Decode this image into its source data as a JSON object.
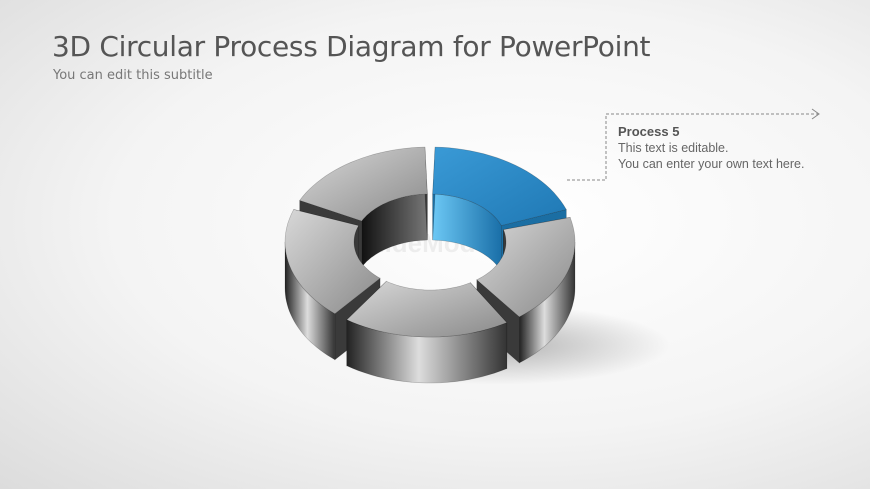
{
  "slide": {
    "title": "3D Circular Process Diagram for PowerPoint",
    "subtitle": "You can edit this subtitle"
  },
  "callout": {
    "heading": "Process 5",
    "line1": "This text is editable.",
    "line2": "You can enter your own text here."
  },
  "watermark": "SlideModel",
  "diagram": {
    "segments": [
      {
        "name": "process-1",
        "highlight": false
      },
      {
        "name": "process-2",
        "highlight": false
      },
      {
        "name": "process-3",
        "highlight": false
      },
      {
        "name": "process-4",
        "highlight": false
      },
      {
        "name": "process-5",
        "highlight": true
      }
    ],
    "colors": {
      "highlight": "#2a8ac8",
      "highlight_side": "#45aee8",
      "gray_top": "#a8a8a8",
      "gray_side": "#444444"
    }
  }
}
